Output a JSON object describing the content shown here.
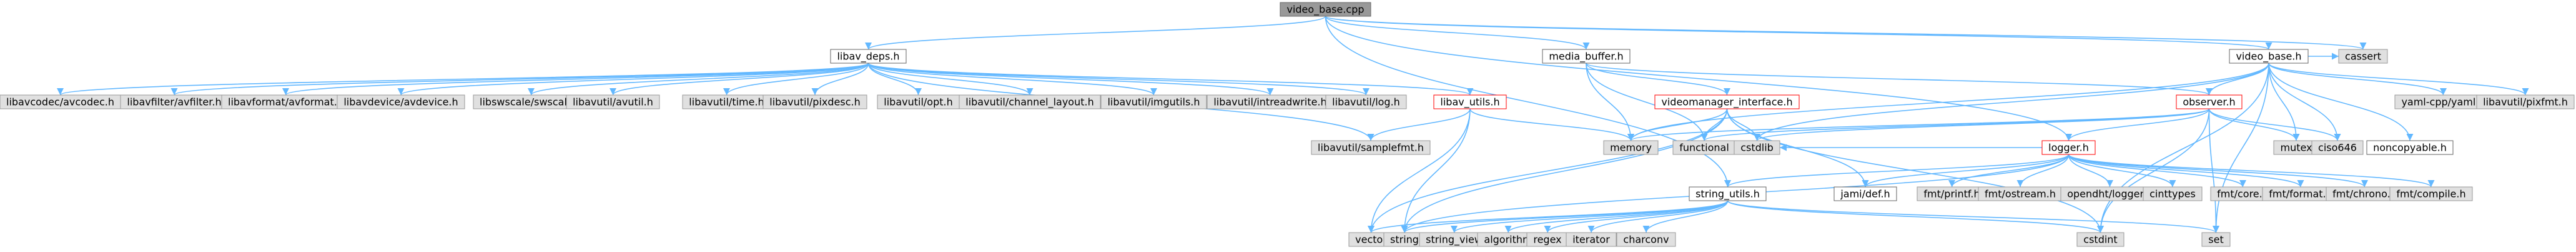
{
  "colors": {
    "root_fill": "#999999",
    "normal_fill": "#ffffff",
    "normal_stroke": "#666666",
    "external_fill": "#e0e0e0",
    "external_stroke": "#999999",
    "linked_fill": "#ffffff",
    "linked_stroke": "#ff0000",
    "edge": "#63b8ff"
  },
  "nodes": [
    {
      "id": "video_base_cpp",
      "label": "video_base.cpp",
      "kind": "root"
    },
    {
      "id": "libav_deps_h",
      "label": "libav_deps.h",
      "kind": "normal"
    },
    {
      "id": "media_buffer_h",
      "label": "media_buffer.h",
      "kind": "normal"
    },
    {
      "id": "video_base_h",
      "label": "video_base.h",
      "kind": "normal"
    },
    {
      "id": "cassert",
      "label": "cassert",
      "kind": "external"
    },
    {
      "id": "libavcodec",
      "label": "libavcodec/avcodec.h",
      "kind": "external"
    },
    {
      "id": "libavfilter",
      "label": "libavfilter/avfilter.h",
      "kind": "external"
    },
    {
      "id": "libavformat",
      "label": "libavformat/avformat.h",
      "kind": "external"
    },
    {
      "id": "libavdevice",
      "label": "libavdevice/avdevice.h",
      "kind": "external"
    },
    {
      "id": "libswscale",
      "label": "libswscale/swscale.h",
      "kind": "external"
    },
    {
      "id": "avutil",
      "label": "libavutil/avutil.h",
      "kind": "external"
    },
    {
      "id": "time",
      "label": "libavutil/time.h",
      "kind": "external"
    },
    {
      "id": "pixdesc",
      "label": "libavutil/pixdesc.h",
      "kind": "external"
    },
    {
      "id": "opt",
      "label": "libavutil/opt.h",
      "kind": "external"
    },
    {
      "id": "channel_layout",
      "label": "libavutil/channel_layout.h",
      "kind": "external"
    },
    {
      "id": "imgutils",
      "label": "libavutil/imgutils.h",
      "kind": "external"
    },
    {
      "id": "intreadwrite",
      "label": "libavutil/intreadwrite.h",
      "kind": "external"
    },
    {
      "id": "log",
      "label": "libavutil/log.h",
      "kind": "external"
    },
    {
      "id": "libav_utils_h",
      "label": "libav_utils.h",
      "kind": "linked"
    },
    {
      "id": "samplefmt",
      "label": "libavutil/samplefmt.h",
      "kind": "external"
    },
    {
      "id": "videomanager_interface_h",
      "label": "videomanager_interface.h",
      "kind": "linked"
    },
    {
      "id": "observer_h",
      "label": "observer.h",
      "kind": "linked"
    },
    {
      "id": "yaml",
      "label": "yaml-cpp/yaml.h",
      "kind": "external"
    },
    {
      "id": "pixfmt",
      "label": "libavutil/pixfmt.h",
      "kind": "external"
    },
    {
      "id": "memory",
      "label": "memory",
      "kind": "external"
    },
    {
      "id": "functional",
      "label": "functional",
      "kind": "external"
    },
    {
      "id": "cstdlib",
      "label": "cstdlib",
      "kind": "external"
    },
    {
      "id": "mutex",
      "label": "mutex",
      "kind": "external"
    },
    {
      "id": "ciso646",
      "label": "ciso646",
      "kind": "external"
    },
    {
      "id": "noncopyable_h",
      "label": "noncopyable.h",
      "kind": "normal"
    },
    {
      "id": "logger_h",
      "label": "logger.h",
      "kind": "linked"
    },
    {
      "id": "jami_def_h",
      "label": "jami/def.h",
      "kind": "normal"
    },
    {
      "id": "string_utils_h",
      "label": "string_utils.h",
      "kind": "normal"
    },
    {
      "id": "fmt_printf",
      "label": "fmt/printf.h",
      "kind": "external"
    },
    {
      "id": "fmt_ostream",
      "label": "fmt/ostream.h",
      "kind": "external"
    },
    {
      "id": "opendht_logger",
      "label": "opendht/logger.h",
      "kind": "external"
    },
    {
      "id": "cinttypes",
      "label": "cinttypes",
      "kind": "external"
    },
    {
      "id": "fmt_core",
      "label": "fmt/core.h",
      "kind": "external"
    },
    {
      "id": "fmt_format",
      "label": "fmt/format.h",
      "kind": "external"
    },
    {
      "id": "fmt_chrono",
      "label": "fmt/chrono.h",
      "kind": "external"
    },
    {
      "id": "fmt_compile",
      "label": "fmt/compile.h",
      "kind": "external"
    },
    {
      "id": "vector",
      "label": "vector",
      "kind": "external"
    },
    {
      "id": "string",
      "label": "string",
      "kind": "external"
    },
    {
      "id": "string_view",
      "label": "string_view",
      "kind": "external"
    },
    {
      "id": "algorithm",
      "label": "algorithm",
      "kind": "external"
    },
    {
      "id": "regex",
      "label": "regex",
      "kind": "external"
    },
    {
      "id": "iterator",
      "label": "iterator",
      "kind": "external"
    },
    {
      "id": "charconv",
      "label": "charconv",
      "kind": "external"
    },
    {
      "id": "cstdint",
      "label": "cstdint",
      "kind": "external"
    },
    {
      "id": "set",
      "label": "set",
      "kind": "external"
    }
  ],
  "edges": [
    [
      "video_base_cpp",
      "libav_deps_h"
    ],
    [
      "video_base_cpp",
      "media_buffer_h"
    ],
    [
      "video_base_cpp",
      "video_base_h"
    ],
    [
      "video_base_cpp",
      "cassert"
    ],
    [
      "video_base_cpp",
      "string_utils_h"
    ],
    [
      "video_base_cpp",
      "logger_h"
    ],
    [
      "libav_deps_h",
      "libavcodec"
    ],
    [
      "libav_deps_h",
      "libavfilter"
    ],
    [
      "libav_deps_h",
      "libavformat"
    ],
    [
      "libav_deps_h",
      "libavdevice"
    ],
    [
      "libav_deps_h",
      "libswscale"
    ],
    [
      "libav_deps_h",
      "avutil"
    ],
    [
      "libav_deps_h",
      "time"
    ],
    [
      "libav_deps_h",
      "pixdesc"
    ],
    [
      "libav_deps_h",
      "opt"
    ],
    [
      "libav_deps_h",
      "channel_layout"
    ],
    [
      "libav_deps_h",
      "imgutils"
    ],
    [
      "libav_deps_h",
      "intreadwrite"
    ],
    [
      "libav_deps_h",
      "log"
    ],
    [
      "libav_deps_h",
      "libav_utils_h"
    ],
    [
      "libav_deps_h",
      "samplefmt"
    ],
    [
      "libav_utils_h",
      "samplefmt"
    ],
    [
      "libav_utils_h",
      "memory"
    ],
    [
      "libav_utils_h",
      "vector"
    ],
    [
      "libav_utils_h",
      "string"
    ],
    [
      "media_buffer_h",
      "videomanager_interface_h"
    ],
    [
      "media_buffer_h",
      "observer_h"
    ],
    [
      "media_buffer_h",
      "memory"
    ],
    [
      "media_buffer_h",
      "functional"
    ],
    [
      "video_base_h",
      "cassert"
    ],
    [
      "video_base_h",
      "observer_h"
    ],
    [
      "video_base_h",
      "yaml"
    ],
    [
      "video_base_h",
      "pixfmt"
    ],
    [
      "video_base_h",
      "memory"
    ],
    [
      "video_base_h",
      "cstdlib"
    ],
    [
      "video_base_h",
      "mutex"
    ],
    [
      "video_base_h",
      "ciso646"
    ],
    [
      "video_base_h",
      "noncopyable_h"
    ],
    [
      "video_base_h",
      "set"
    ],
    [
      "video_base_h",
      "cstdint"
    ],
    [
      "videomanager_interface_h",
      "jami_def_h"
    ],
    [
      "videomanager_interface_h",
      "memory"
    ],
    [
      "videomanager_interface_h",
      "functional"
    ],
    [
      "videomanager_interface_h",
      "cstdlib"
    ],
    [
      "videomanager_interface_h",
      "vector"
    ],
    [
      "videomanager_interface_h",
      "string"
    ],
    [
      "videomanager_interface_h",
      "cstdint"
    ],
    [
      "observer_h",
      "memory"
    ],
    [
      "observer_h",
      "functional"
    ],
    [
      "observer_h",
      "cstdlib"
    ],
    [
      "observer_h",
      "mutex"
    ],
    [
      "observer_h",
      "ciso646"
    ],
    [
      "observer_h",
      "logger_h"
    ],
    [
      "observer_h",
      "set"
    ],
    [
      "observer_h",
      "cstdint"
    ],
    [
      "logger_h",
      "jami_def_h"
    ],
    [
      "logger_h",
      "string_utils_h"
    ],
    [
      "logger_h",
      "fmt_printf"
    ],
    [
      "logger_h",
      "fmt_ostream"
    ],
    [
      "logger_h",
      "opendht_logger"
    ],
    [
      "logger_h",
      "cinttypes"
    ],
    [
      "logger_h",
      "fmt_core"
    ],
    [
      "logger_h",
      "fmt_format"
    ],
    [
      "logger_h",
      "fmt_chrono"
    ],
    [
      "logger_h",
      "fmt_compile"
    ],
    [
      "logger_h",
      "cstdlib"
    ],
    [
      "logger_h",
      "string"
    ],
    [
      "string_utils_h",
      "vector"
    ],
    [
      "string_utils_h",
      "string"
    ],
    [
      "string_utils_h",
      "string_view"
    ],
    [
      "string_utils_h",
      "algorithm"
    ],
    [
      "string_utils_h",
      "regex"
    ],
    [
      "string_utils_h",
      "iterator"
    ],
    [
      "string_utils_h",
      "charconv"
    ],
    [
      "string_utils_h",
      "cstdint"
    ],
    [
      "string_utils_h",
      "set"
    ]
  ]
}
